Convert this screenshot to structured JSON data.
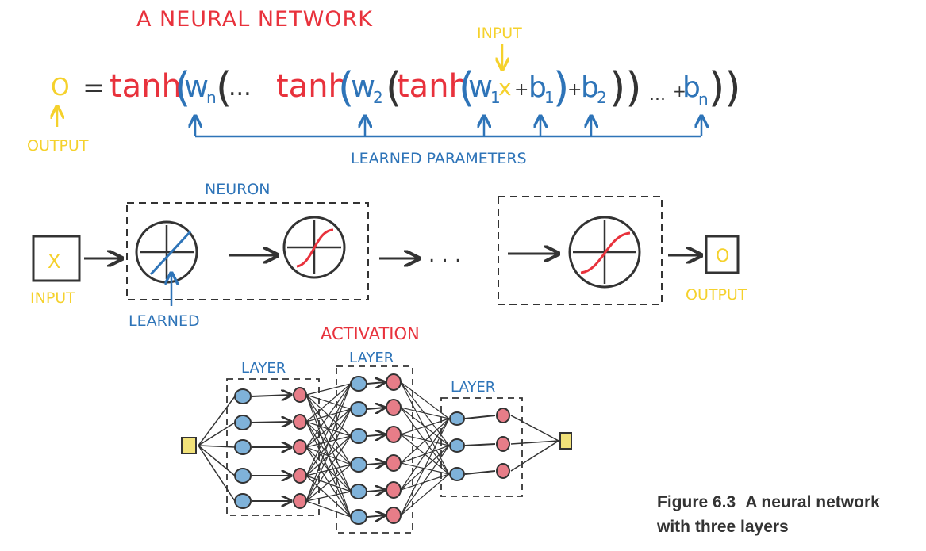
{
  "title": "A NEURAL NETWORK",
  "equation": {
    "output_symbol": "O",
    "equals": "=",
    "tanh": "tanh",
    "open_paren": "(",
    "close_paren": ")",
    "w_n": "w",
    "w_n_sub": "n",
    "dots": "...",
    "w_2": "w",
    "w_2_sub": "2",
    "w_1": "w",
    "w_1_sub": "1",
    "x": "x",
    "plus": "+",
    "b_1": "b",
    "b_1_sub": "1",
    "b_2": "b",
    "b_2_sub": "2",
    "b_n": "b",
    "b_n_sub": "n",
    "closing_tail": "))",
    "closing_end": "))"
  },
  "labels": {
    "input_top": "INPUT",
    "output_left": "OUTPUT",
    "learned_parameters": "LEARNED PARAMETERS",
    "neuron": "NEURON",
    "input_box": "X",
    "input": "INPUT",
    "learned": "LEARNED",
    "output_box": "O",
    "output": "OUTPUT",
    "activation": "ACTIVATION",
    "layer1": "LAYER",
    "layer2": "LAYER",
    "layer3": "LAYER",
    "chain_dots": ". . ."
  },
  "caption": {
    "number": "Figure 6.3",
    "text_line1": "A neural network",
    "text_line2": "with three layers"
  },
  "colors": {
    "red": "#e8323c",
    "blue": "#2e74b8",
    "yellow": "#f5d12c",
    "ink": "#333333",
    "neuron_blue": "#7fb2d9",
    "neuron_red": "#e77d88",
    "box_yellow": "#f2e27a"
  }
}
